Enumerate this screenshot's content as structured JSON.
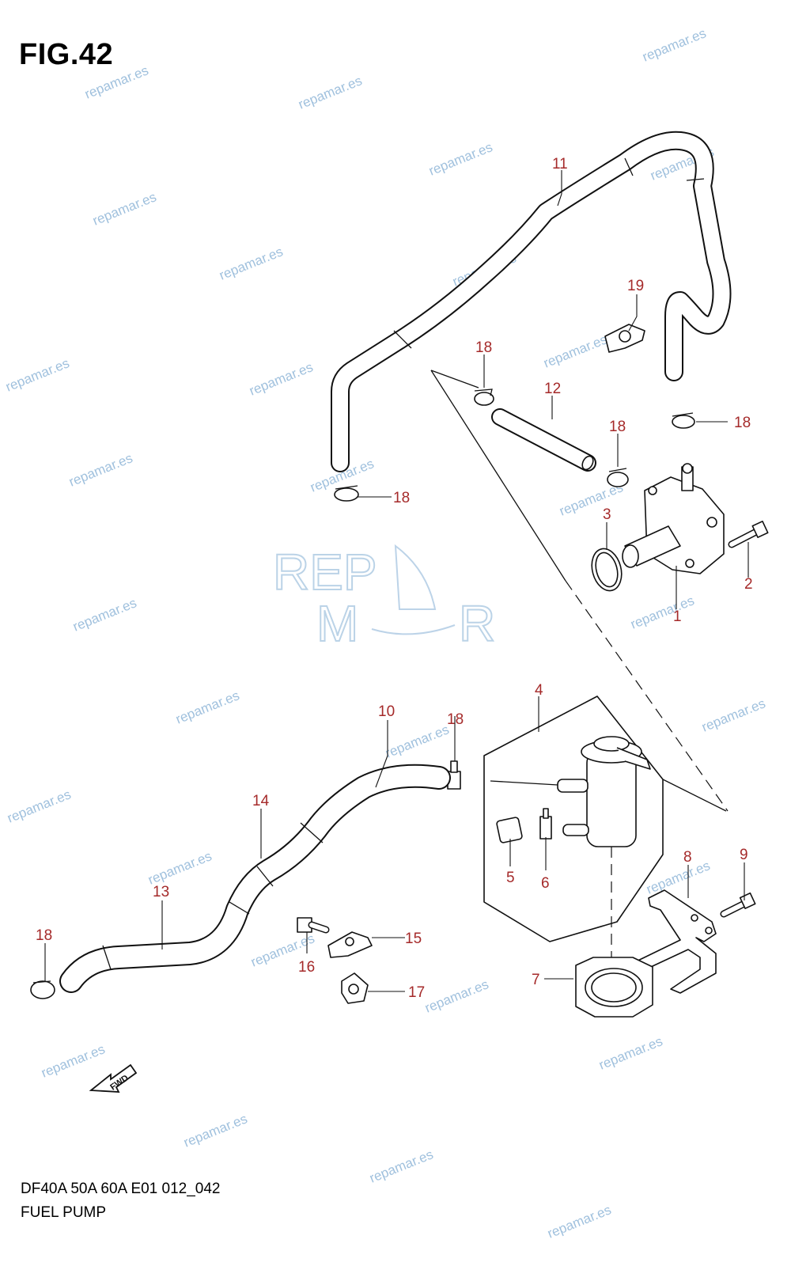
{
  "figure": {
    "title": "FIG.42",
    "code": "DF40A 50A 60A E01 012_042",
    "name": "FUEL PUMP",
    "fwd_label": "FWD"
  },
  "colors": {
    "callout": "#a52a2a",
    "watermark": "#8fb6d8",
    "line": "#111111"
  },
  "watermark": {
    "text": "repamar.es",
    "logo": [
      "REP",
      "M",
      "R"
    ]
  },
  "callouts": [
    {
      "id": "c11",
      "label": "11"
    },
    {
      "id": "c19",
      "label": "19"
    },
    {
      "id": "c18a",
      "label": "18"
    },
    {
      "id": "c12",
      "label": "12"
    },
    {
      "id": "c18b",
      "label": "18"
    },
    {
      "id": "c18c",
      "label": "18"
    },
    {
      "id": "c18d",
      "label": "18"
    },
    {
      "id": "c3",
      "label": "3"
    },
    {
      "id": "c2",
      "label": "2"
    },
    {
      "id": "c1",
      "label": "1"
    },
    {
      "id": "c4",
      "label": "4"
    },
    {
      "id": "c10",
      "label": "10"
    },
    {
      "id": "c18e",
      "label": "18"
    },
    {
      "id": "c14",
      "label": "14"
    },
    {
      "id": "c13",
      "label": "13"
    },
    {
      "id": "c5",
      "label": "5"
    },
    {
      "id": "c6",
      "label": "6"
    },
    {
      "id": "c8",
      "label": "8"
    },
    {
      "id": "c9",
      "label": "9"
    },
    {
      "id": "c15",
      "label": "15"
    },
    {
      "id": "c16",
      "label": "16"
    },
    {
      "id": "c17",
      "label": "17"
    },
    {
      "id": "c7",
      "label": "7"
    },
    {
      "id": "c18f",
      "label": "18"
    }
  ]
}
